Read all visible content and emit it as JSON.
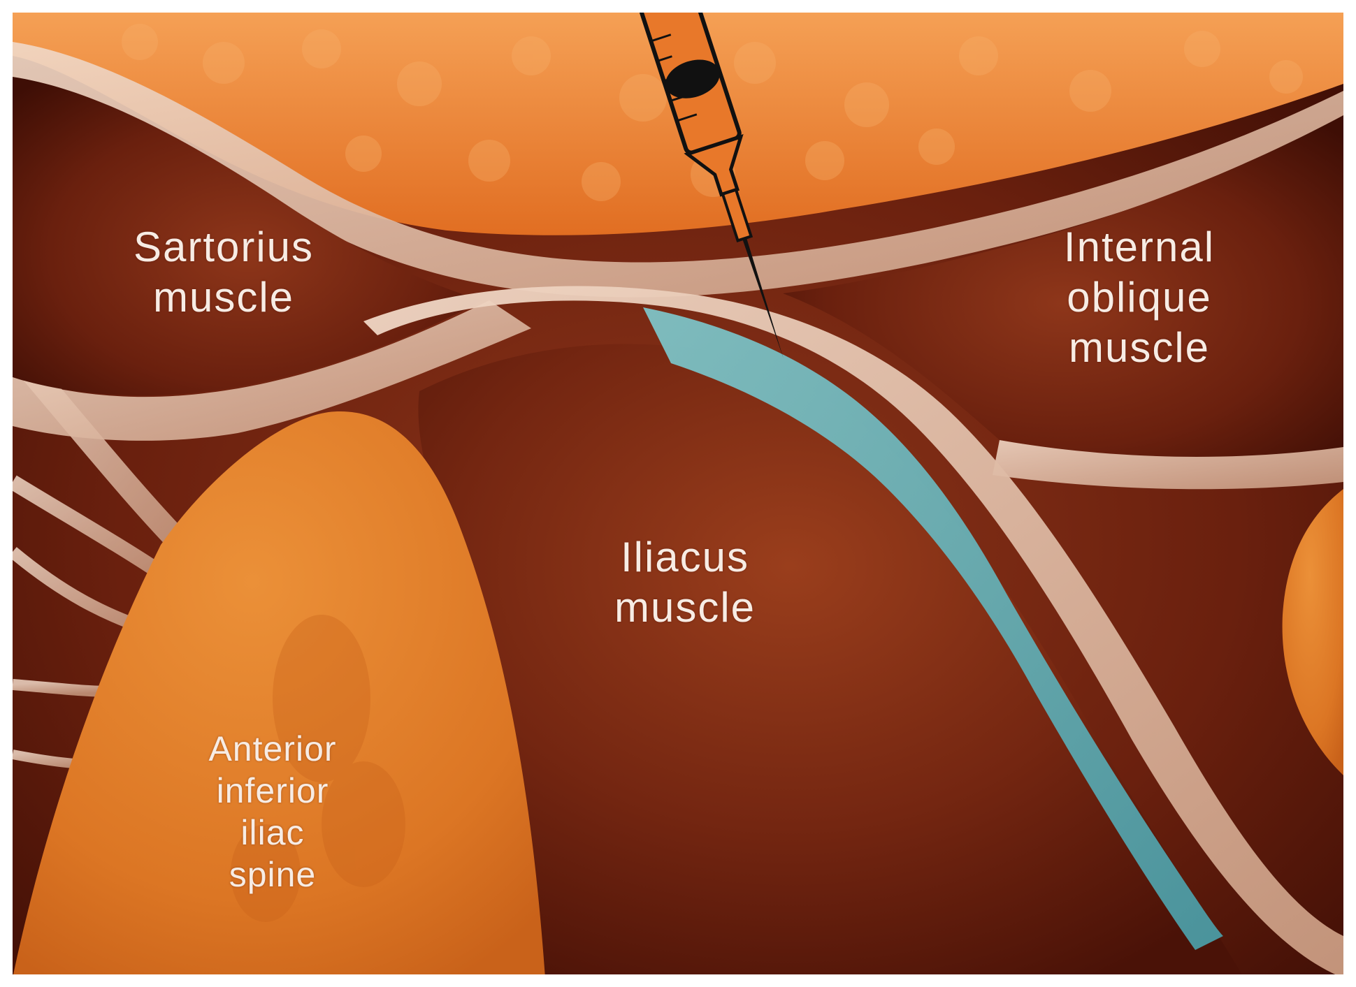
{
  "labels": {
    "sartorius": [
      "Sartorius",
      "muscle"
    ],
    "internal_oblique": [
      "Internal",
      "oblique",
      "muscle"
    ],
    "iliacus": [
      "Iliacus",
      "muscle"
    ],
    "aiis": [
      "Anterior",
      "inferior",
      "iliac",
      "spine"
    ]
  },
  "colors": {
    "muscle": "#7a2a14",
    "muscle_dark": "#4a1208",
    "fat": "#e8782a",
    "bone": "#e3802c",
    "fascia": "#e6c6b0",
    "local_anesthetic": "#5fb0b8",
    "label_text": "#f7ece4"
  },
  "icons": {
    "syringe": "syringe-icon"
  }
}
